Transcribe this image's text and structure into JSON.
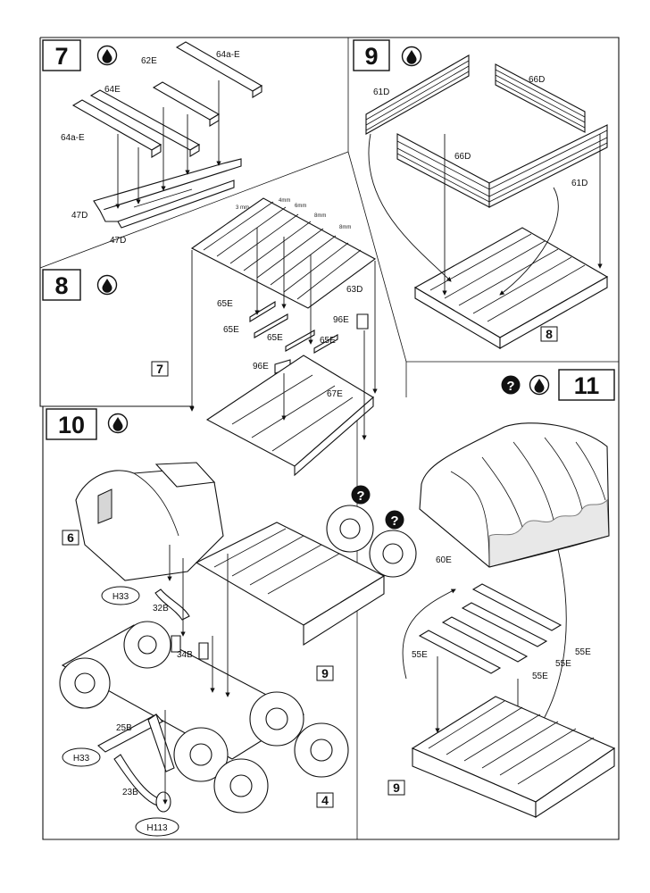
{
  "steps": {
    "s7": {
      "number": "7"
    },
    "s8": {
      "number": "8"
    },
    "s9": {
      "number": "9"
    },
    "s10": {
      "number": "10"
    },
    "s11": {
      "number": "11"
    }
  },
  "icons": {
    "paint_drop": "paint-drop-icon",
    "question": "question-circle-icon",
    "question_text": "?"
  },
  "parts": {
    "p64a_top": "64a-E",
    "p62": "62E",
    "p64": "64E",
    "p64a_left": "64a-E",
    "p47_a": "47D",
    "p47_b": "47D",
    "p66_top": "66D",
    "p61_left": "61D",
    "p66_mid": "66D",
    "p61_right": "61D",
    "p63": "63D",
    "p65_a": "65E",
    "p65_b": "65E",
    "p65_c": "65E",
    "p65_d": "65E",
    "p96_a": "96E",
    "p96_b": "96E",
    "p67": "67E",
    "p60": "60E",
    "p55_a": "55E",
    "p55_b": "55E",
    "p55_c": "55E",
    "p55_d": "55E",
    "h33_a": "H33",
    "p32": "32B",
    "p34": "34B",
    "p25": "25B",
    "h33_b": "H33",
    "p23": "23B",
    "h113": "H113"
  },
  "dims": {
    "d1": "3 mm",
    "d2": "4mm",
    "d3": "6mm",
    "d4": "8mm",
    "d5": "8mm"
  },
  "refs": {
    "r8": "8",
    "r7": "7",
    "r6": "6",
    "r9a": "9",
    "r4": "4",
    "r9b": "9"
  }
}
